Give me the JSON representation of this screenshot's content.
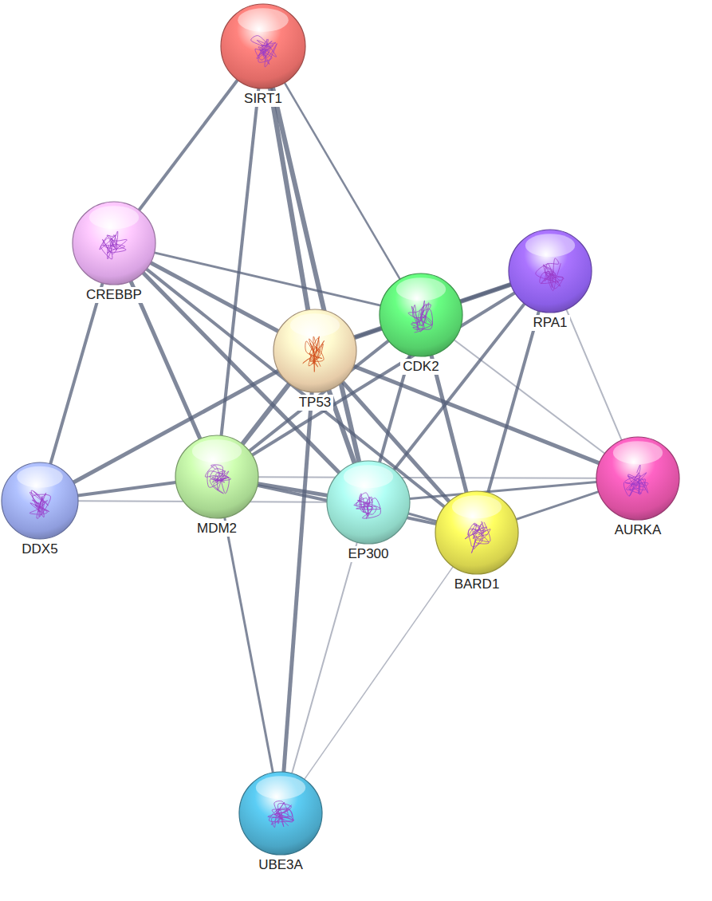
{
  "diagram": {
    "nodes": [
      {
        "text": [
          "SIRT1"
        ]
      },
      {
        "text": [
          "CREBBP"
        ]
      },
      {
        "text": [
          "RPA1"
        ]
      },
      {
        "text": [
          "TP53"
        ]
      },
      {
        "text": [
          "CDK2"
        ]
      },
      {
        "text": [
          "AURKA"
        ]
      },
      {
        "text": [
          "DDX5"
        ]
      },
      {
        "text": [
          "MDM2"
        ]
      },
      {
        "text": [
          "EP300"
        ]
      },
      {
        "text": [
          "BARD1"
        ]
      },
      {
        "text": [
          "UBE3A"
        ]
      }
    ],
    "edges": [
      {
        "from": 0,
        "to": 1,
        "arrow": "none"
      },
      {
        "from": 0,
        "to": 3,
        "arrow": "none"
      },
      {
        "from": 0,
        "to": 7,
        "arrow": "none"
      },
      {
        "from": 0,
        "to": 4,
        "arrow": "none"
      },
      {
        "from": 0,
        "to": 8,
        "arrow": "none"
      },
      {
        "from": 1,
        "to": 6,
        "arrow": "none"
      },
      {
        "from": 1,
        "to": 3,
        "arrow": "none"
      },
      {
        "from": 1,
        "to": 4,
        "arrow": "none"
      },
      {
        "from": 1,
        "to": 7,
        "arrow": "none"
      },
      {
        "from": 1,
        "to": 8,
        "arrow": "none"
      },
      {
        "from": 1,
        "to": 9,
        "arrow": "none"
      },
      {
        "from": 2,
        "to": 4,
        "arrow": "none"
      },
      {
        "from": 2,
        "to": 3,
        "arrow": "none"
      },
      {
        "from": 2,
        "to": 8,
        "arrow": "none"
      },
      {
        "from": 2,
        "to": 9,
        "arrow": "none"
      },
      {
        "from": 2,
        "to": 5,
        "arrow": "none"
      },
      {
        "from": 2,
        "to": 7,
        "arrow": "none"
      },
      {
        "from": 3,
        "to": 6,
        "arrow": "none"
      },
      {
        "from": 3,
        "to": 7,
        "arrow": "none"
      },
      {
        "from": 3,
        "to": 8,
        "arrow": "none"
      },
      {
        "from": 3,
        "to": 9,
        "arrow": "none"
      },
      {
        "from": 3,
        "to": 5,
        "arrow": "none"
      },
      {
        "from": 3,
        "to": 4,
        "arrow": "none"
      },
      {
        "from": 3,
        "to": 10,
        "arrow": "none"
      },
      {
        "from": 4,
        "to": 7,
        "arrow": "none"
      },
      {
        "from": 4,
        "to": 8,
        "arrow": "none"
      },
      {
        "from": 4,
        "to": 9,
        "arrow": "none"
      },
      {
        "from": 4,
        "to": 5,
        "arrow": "none"
      },
      {
        "from": 6,
        "to": 7,
        "arrow": "none"
      },
      {
        "from": 6,
        "to": 8,
        "arrow": "none"
      },
      {
        "from": 7,
        "to": 8,
        "arrow": "none"
      },
      {
        "from": 7,
        "to": 9,
        "arrow": "none"
      },
      {
        "from": 7,
        "to": 5,
        "arrow": "none"
      },
      {
        "from": 7,
        "to": 10,
        "arrow": "none"
      },
      {
        "from": 8,
        "to": 9,
        "arrow": "none"
      },
      {
        "from": 8,
        "to": 5,
        "arrow": "none"
      },
      {
        "from": 8,
        "to": 10,
        "arrow": "none"
      },
      {
        "from": 9,
        "to": 5,
        "arrow": "none"
      },
      {
        "from": 9,
        "to": 10,
        "arrow": "none"
      }
    ]
  }
}
